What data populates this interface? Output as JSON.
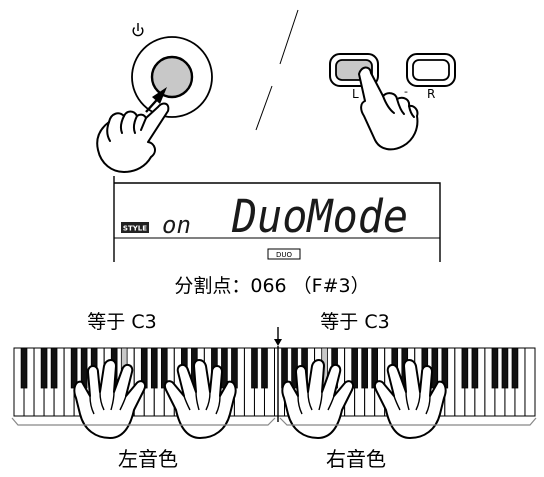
{
  "labels": {
    "split_point": "分割点：066 （F#3）",
    "left_equal": "等于 C3",
    "right_equal": "等于 C3",
    "left_voice": "左音色",
    "right_voice": "右音色"
  },
  "buttons": {
    "left_label": "L",
    "right_label": "R"
  },
  "display": {
    "style_badge": "STYLE",
    "status": "on",
    "mode": "DuoMode",
    "duo_indicator": "DUO"
  },
  "icons": {
    "power": "power-icon",
    "pointing_hand": "pointing-hand-icon",
    "split_arrow": "down-arrow-icon",
    "playing_hand": "hand-icon"
  }
}
